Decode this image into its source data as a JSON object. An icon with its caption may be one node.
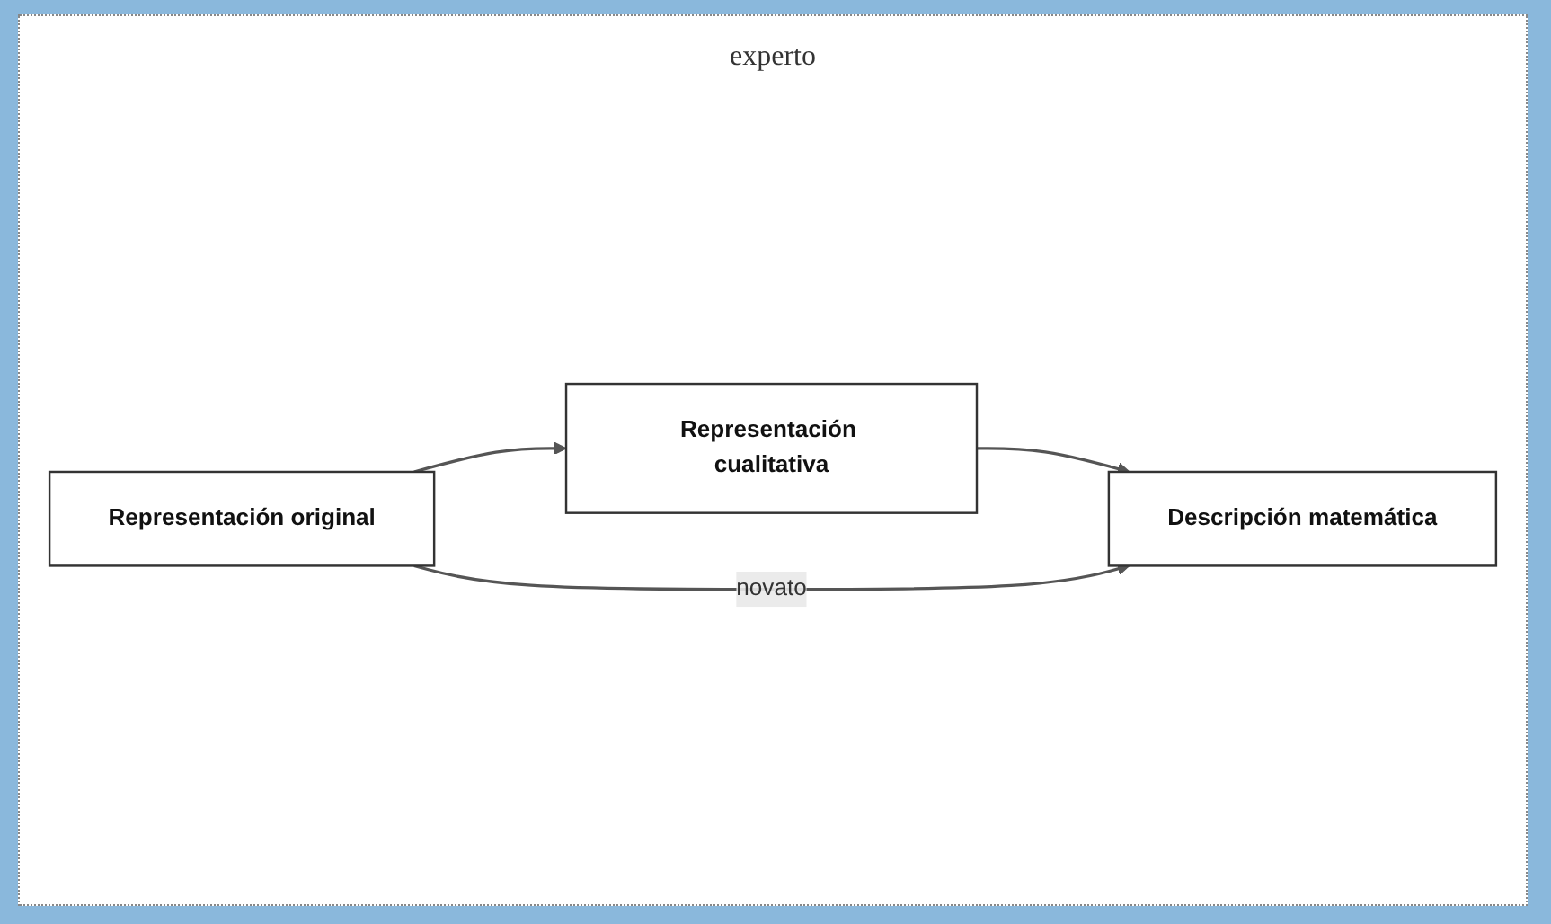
{
  "diagram": {
    "nodes": [
      {
        "text": [
          "Representación original"
        ]
      },
      {
        "text": [
          "Representación cualitativa"
        ]
      },
      {
        "text": [
          "Descripción matemática"
        ]
      }
    ],
    "edges": [
      {
        "from": 0,
        "to": 1,
        "arrow": "to"
      },
      {
        "from": 1,
        "to": 2,
        "arrow": "to"
      },
      {
        "from": 0,
        "to": 2,
        "arrow": "to",
        "label": "novato"
      }
    ],
    "labels": [
      "experto"
    ]
  }
}
